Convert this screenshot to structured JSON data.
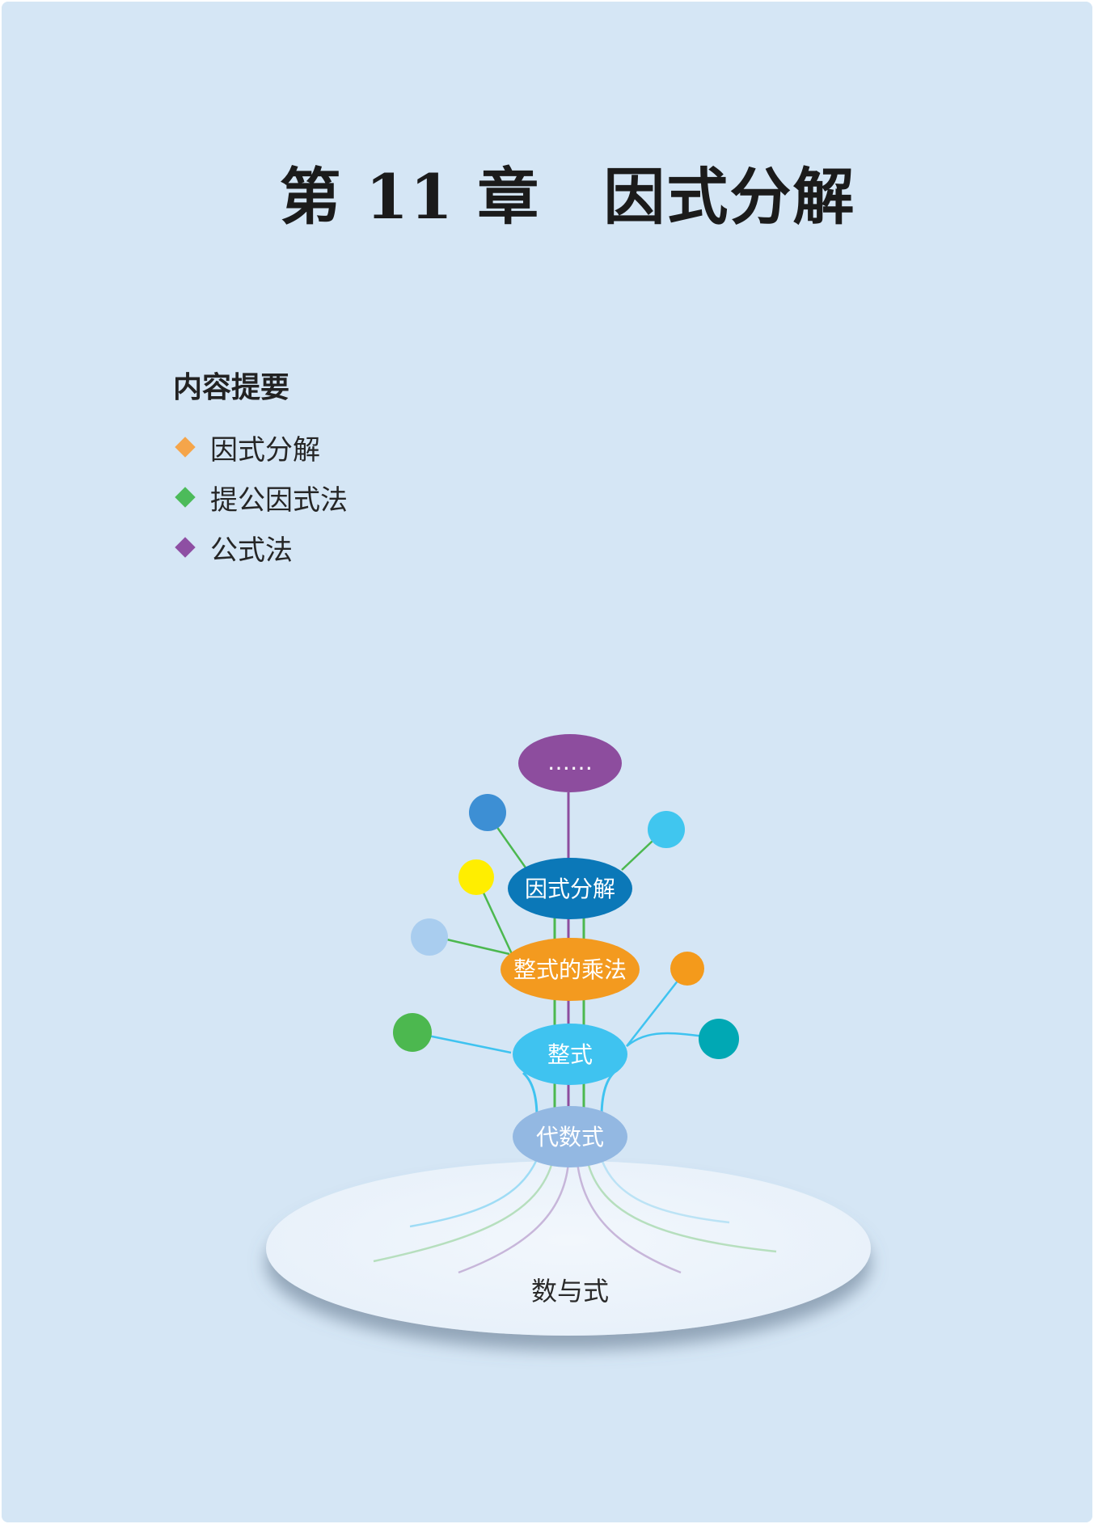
{
  "chapter_title": "第 11 章　因式分解",
  "summary": {
    "heading": "内容提要",
    "items": [
      {
        "label": "因式分解",
        "color": "#f5a54a"
      },
      {
        "label": "提公因式法",
        "color": "#4cbb5a"
      },
      {
        "label": "公式法",
        "color": "#8e4fa3"
      }
    ]
  },
  "diagram": {
    "top_node": "……",
    "nodes": [
      {
        "label": "因式分解",
        "color": "#0b78b8"
      },
      {
        "label": "整式的乘法",
        "color": "#f39a1f"
      },
      {
        "label": "整式",
        "color": "#3fc3f0"
      },
      {
        "label": "代数式",
        "color": "#93b8e2"
      }
    ],
    "top_node_color": "#8d4d9e",
    "base_label": "数与式",
    "leaf_colors": [
      "#3d8fd4",
      "#40c6ef",
      "#ffee00",
      "#a9cdef",
      "#f49a1b",
      "#4cb84f",
      "#00a8b4"
    ]
  }
}
